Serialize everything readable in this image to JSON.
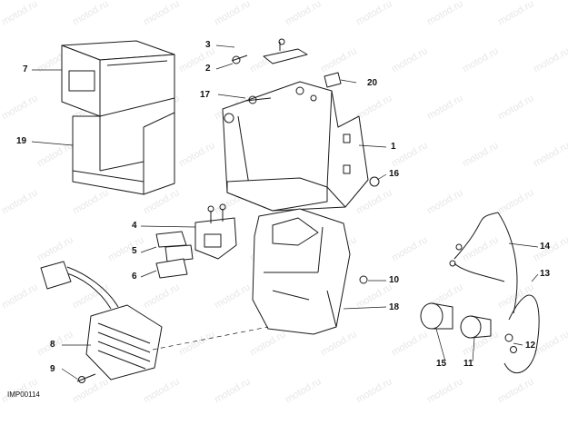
{
  "diagram": {
    "reference_code": "IMP00114",
    "watermark_text": "motod.ru",
    "line_color": "#1a1a1a",
    "callouts": {
      "c1": "1",
      "c2": "2",
      "c3": "3",
      "c4": "4",
      "c5": "5",
      "c6": "6",
      "c7": "7",
      "c8": "8",
      "c9": "9",
      "c10": "10",
      "c11": "11",
      "c12": "12",
      "c13": "13",
      "c14": "14",
      "c15": "15",
      "c16": "16",
      "c17": "17",
      "c18": "18",
      "c19": "19",
      "c20": "20"
    }
  }
}
